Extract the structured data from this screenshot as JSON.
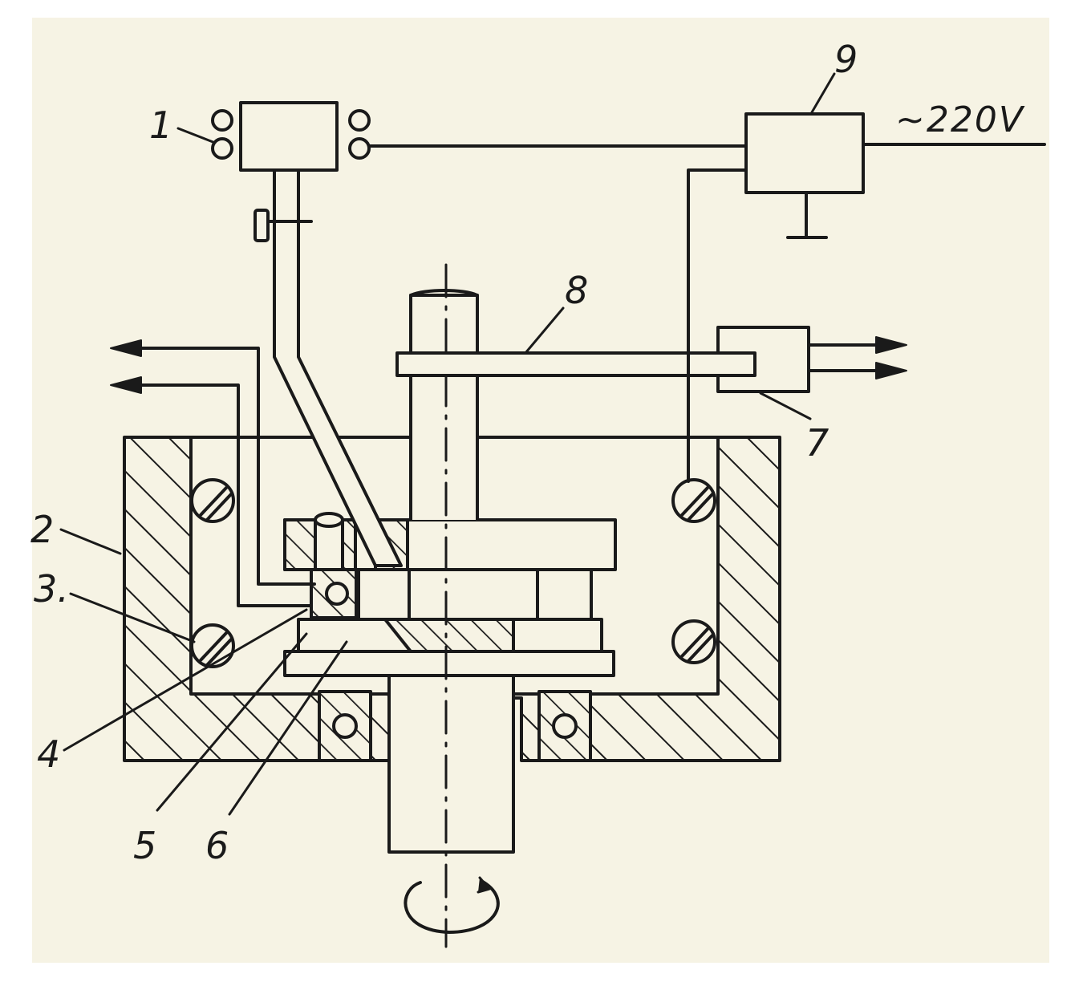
{
  "labels": {
    "l1": "1",
    "l2": "2",
    "l3": "3.",
    "l4": "4",
    "l5": "5",
    "l6": "6",
    "l7": "7",
    "l8": "8",
    "l9": "9"
  },
  "supply": "~220V",
  "colors": {
    "paper": "#f6f3e4",
    "ink": "#1a1a1a"
  }
}
